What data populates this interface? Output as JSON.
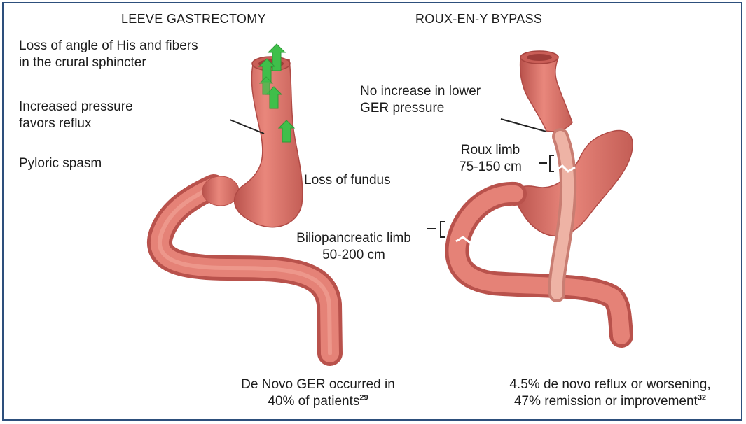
{
  "sleeve": {
    "heading": "LEEVE GASTRECTOMY",
    "angle_line1": "Loss of angle of His and fibers",
    "angle_line2": "in the crural sphincter",
    "pressure_line1": "Increased pressure",
    "pressure_line2": "favors reflux",
    "pyloric": "Pyloric spasm",
    "fundus": "Loss of fundus",
    "outcome_line1": "De Novo GER occurred in",
    "outcome_line2": "40% of patients",
    "outcome_ref": "29"
  },
  "bypass": {
    "heading": "ROUX-EN-Y BYPASS",
    "pressure_line1": "No increase in lower",
    "pressure_line2": "GER pressure",
    "roux_line1": "Roux limb",
    "roux_line2": "75-150 cm",
    "bilio_line1": "Biliopancreatic limb",
    "bilio_line2": "50-200 cm",
    "outcome_line1": "4.5% de novo reflux or worsening,",
    "outcome_line2": "47% remission or improvement",
    "outcome_ref": "32"
  },
  "colors": {
    "frame": "#2d4f7c",
    "tissue": "#d9736b",
    "tissue_dark": "#b9524c",
    "roux_limb": "#e6a79a",
    "reflux_arrow": "#3fbf4a"
  }
}
